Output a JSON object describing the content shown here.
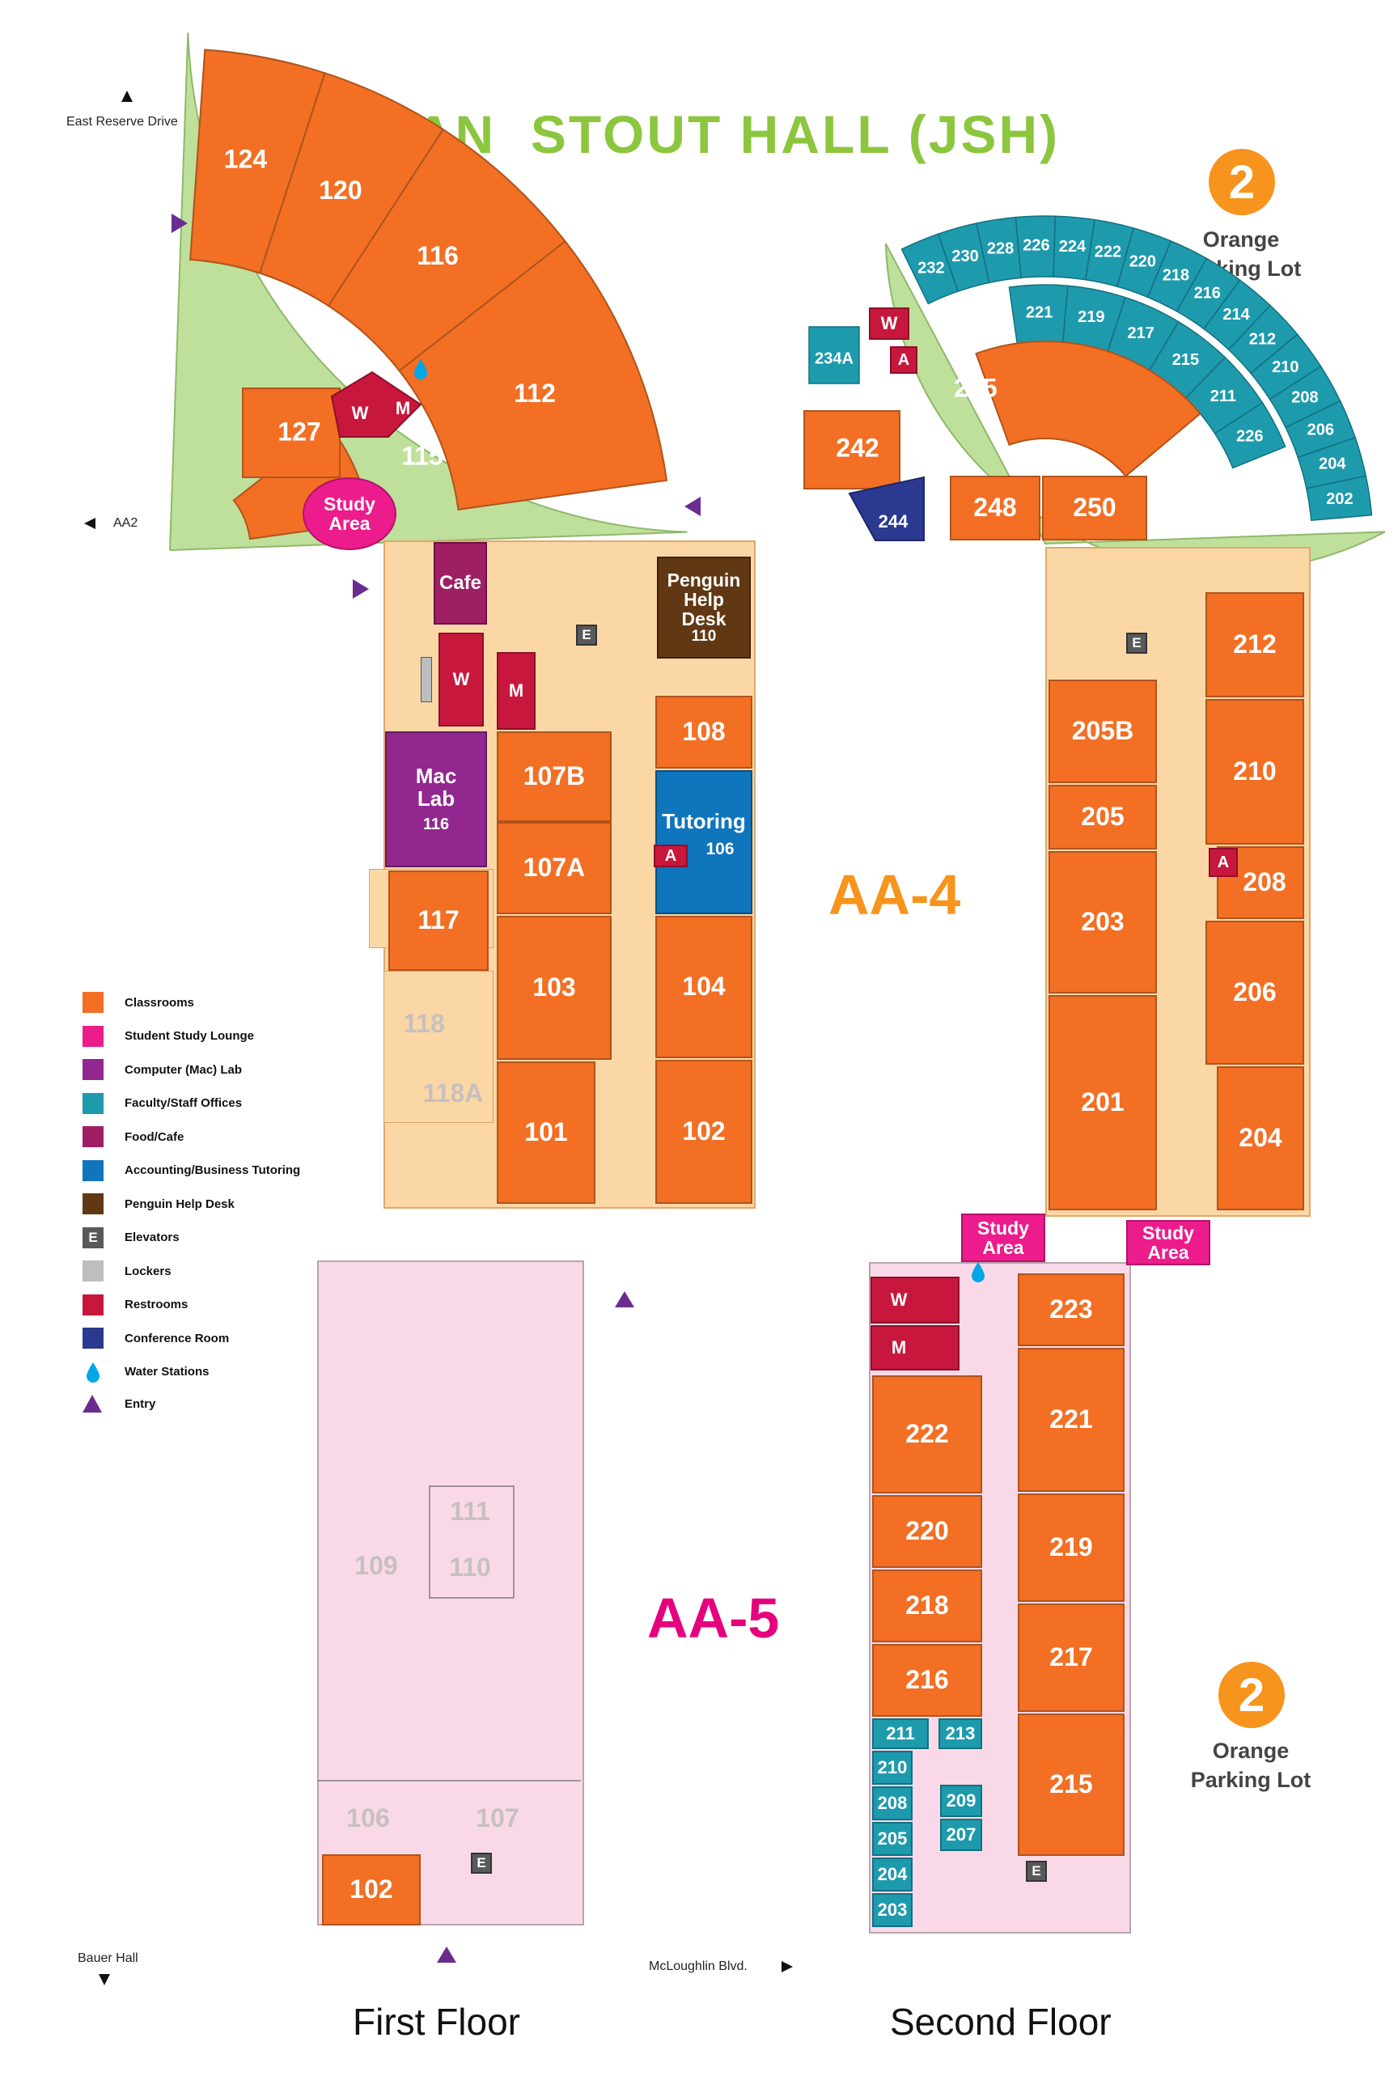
{
  "title": "JOAN  STOUT HALL (JSH)",
  "streets": {
    "east_reserve": "East Reserve Drive",
    "aa2": "AA2",
    "bauer": "Bauer Hall",
    "mcloughlin": "McLoughlin Blvd."
  },
  "parking": {
    "number": "2",
    "label_line1": "Orange",
    "label_line2": "Parking Lot"
  },
  "buildings": {
    "aa4": "AA-4",
    "aa5": "AA-5"
  },
  "floors": {
    "first": "First Floor",
    "second": "Second Floor"
  },
  "colors": {
    "classroom": "#f26f24",
    "study_lounge": "#ec1c8c",
    "mac_lab": "#92278f",
    "faculty_offices": "#1e9aad",
    "food_cafe": "#9e1f63",
    "tutoring": "#0f75bc",
    "help_desk": "#603813",
    "elevator": "#58595b",
    "lockers": "#bcbec0",
    "restroom": "#c8173d",
    "conference": "#2b3990",
    "water": "#00a6e6",
    "entry": "#6b2c91",
    "fan_outer": "#bfe09a",
    "corridor_aa4": "#fbd7a6",
    "aa5_floor": "#f9d9e8"
  },
  "legend": [
    {
      "label": "Classrooms",
      "icon": "classroom-swatch"
    },
    {
      "label": "Student Study Lounge",
      "icon": "study-lounge-swatch"
    },
    {
      "label": "Computer (Mac) Lab",
      "icon": "mac-lab-swatch"
    },
    {
      "label": "Faculty/Staff Offices",
      "icon": "faculty-offices-swatch"
    },
    {
      "label": "Food/Cafe",
      "icon": "food-cafe-swatch"
    },
    {
      "label": "Accounting/Business Tutoring",
      "icon": "tutoring-swatch"
    },
    {
      "label": "Penguin Help Desk",
      "icon": "help-desk-swatch"
    },
    {
      "label": "Elevators",
      "icon": "elevator-icon",
      "glyph": "E"
    },
    {
      "label": "Lockers",
      "icon": "lockers-swatch"
    },
    {
      "label": "Restrooms",
      "icon": "restroom-swatch"
    },
    {
      "label": "Conference Room",
      "icon": "conference-swatch"
    },
    {
      "label": "Water Stations",
      "icon": "water-drop-icon"
    },
    {
      "label": "Entry",
      "icon": "entry-triangle-icon"
    }
  ],
  "labels": {
    "elevator": "E",
    "women": "W",
    "men": "M",
    "accessible": "A",
    "study_line1": "Study",
    "study_line2": "Area",
    "cafe": "Cafe",
    "help_line1": "Penguin",
    "help_line2": "Help",
    "help_line3": "Desk",
    "help_num": "110",
    "mac_line1": "Mac",
    "mac_line2": "Lab",
    "mac_num": "116",
    "tutoring": "Tutoring",
    "tutoring_num": "106"
  },
  "first_floor": {
    "fan_rooms": [
      "124",
      "120",
      "116",
      "112",
      "115",
      "127"
    ],
    "aa4_rooms": [
      "108",
      "107B",
      "107A",
      "103",
      "101",
      "104",
      "102",
      "117"
    ],
    "aa4_ghost": [
      "118",
      "118A"
    ],
    "aa5_ghost": [
      "109",
      "111",
      "110",
      "106",
      "107"
    ],
    "aa5_rooms": [
      "102"
    ]
  },
  "second_floor": {
    "fan_offices": [
      "232",
      "230",
      "228",
      "226",
      "224",
      "222",
      "220",
      "218",
      "216",
      "214",
      "212",
      "210",
      "208",
      "206",
      "204",
      "202",
      "221",
      "219",
      "217",
      "215",
      "211",
      "226",
      "234A"
    ],
    "fan_rooms": [
      "245",
      "242",
      "248",
      "250"
    ],
    "conference": "244",
    "aa4_rooms": [
      "212",
      "210",
      "208",
      "206",
      "204",
      "205B",
      "205",
      "203",
      "201"
    ],
    "aa5_rooms": [
      "223",
      "221",
      "219",
      "217",
      "215",
      "222",
      "220",
      "218",
      "216"
    ],
    "aa5_offices": [
      "211",
      "213",
      "210",
      "208",
      "205",
      "204",
      "203",
      "209",
      "207"
    ]
  }
}
